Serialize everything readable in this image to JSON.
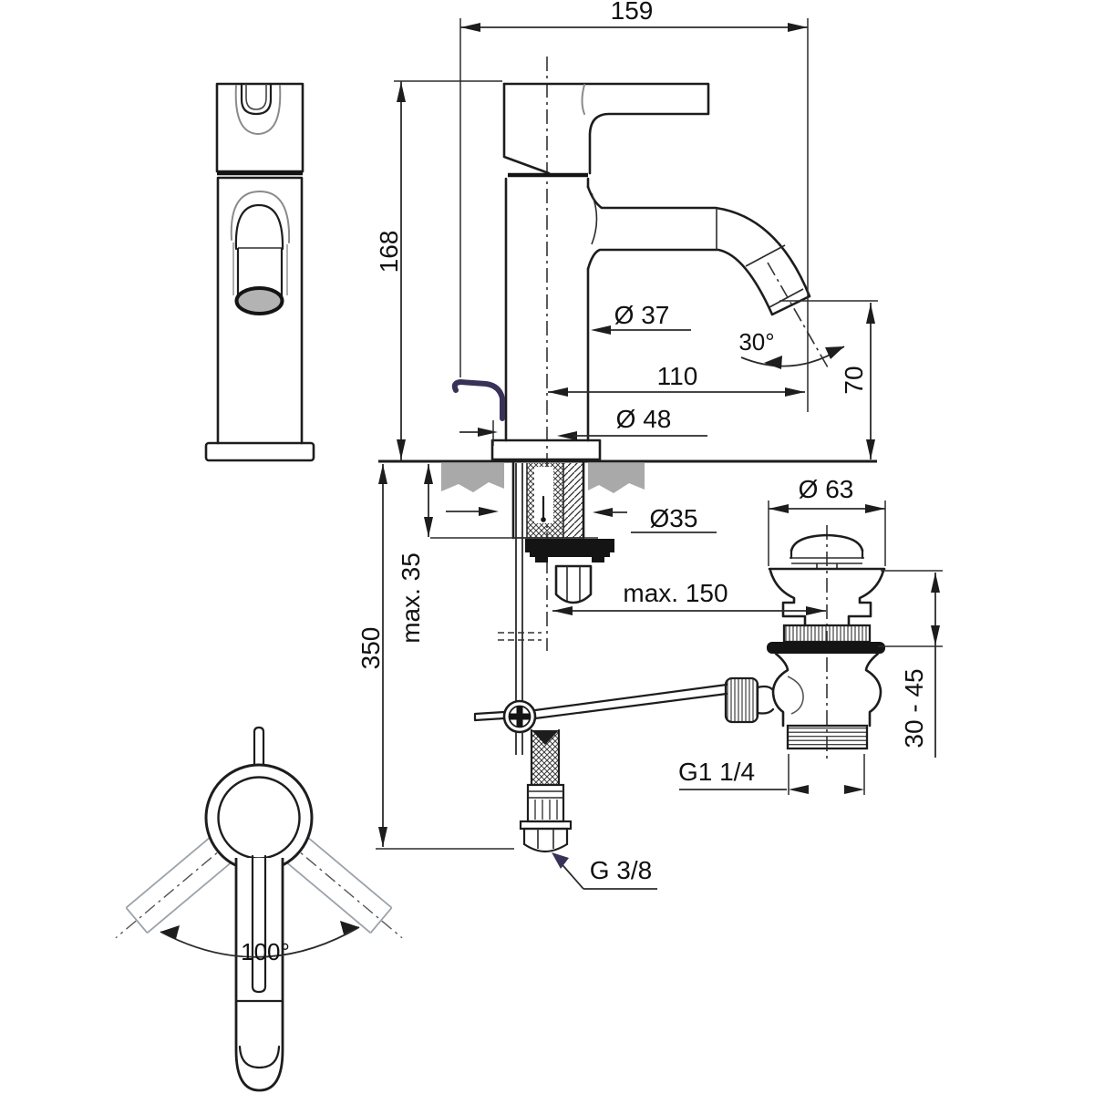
{
  "drawing": {
    "type": "technical-dimension-drawing",
    "subject": "single-lever basin mixer faucet with pop-up waste and supply hose",
    "views": {
      "front_view": "faucet front elevation",
      "side_view": "faucet side elevation with deck mounting cross-section",
      "drain_detail": "pop-up waste valve detail",
      "top_view": "plan view with handle swivel range"
    },
    "colors": {
      "line": "#1d1d1d",
      "dimension_line": "#2b2b2b",
      "accent_indigo": "#3a3158",
      "deck_gray": "#a9a9a9",
      "outlet_gray": "#b3b3b3",
      "phantom_gray": "#9aa3ab",
      "background": "#ffffff"
    },
    "labels": {
      "dim159": "159",
      "dim168": "168",
      "dia37": "Ø 37",
      "angle30": "30°",
      "dim110": "110",
      "dim70": "70",
      "dia48": "Ø 48",
      "dia35": "Ø35",
      "max35": "max. 35",
      "dim350": "350",
      "dia63": "Ø 63",
      "max150": "max. 150",
      "range3045": "30 - 45",
      "g114": "G1 1/4",
      "g38": "G 3/8",
      "angle100": "100°"
    }
  }
}
